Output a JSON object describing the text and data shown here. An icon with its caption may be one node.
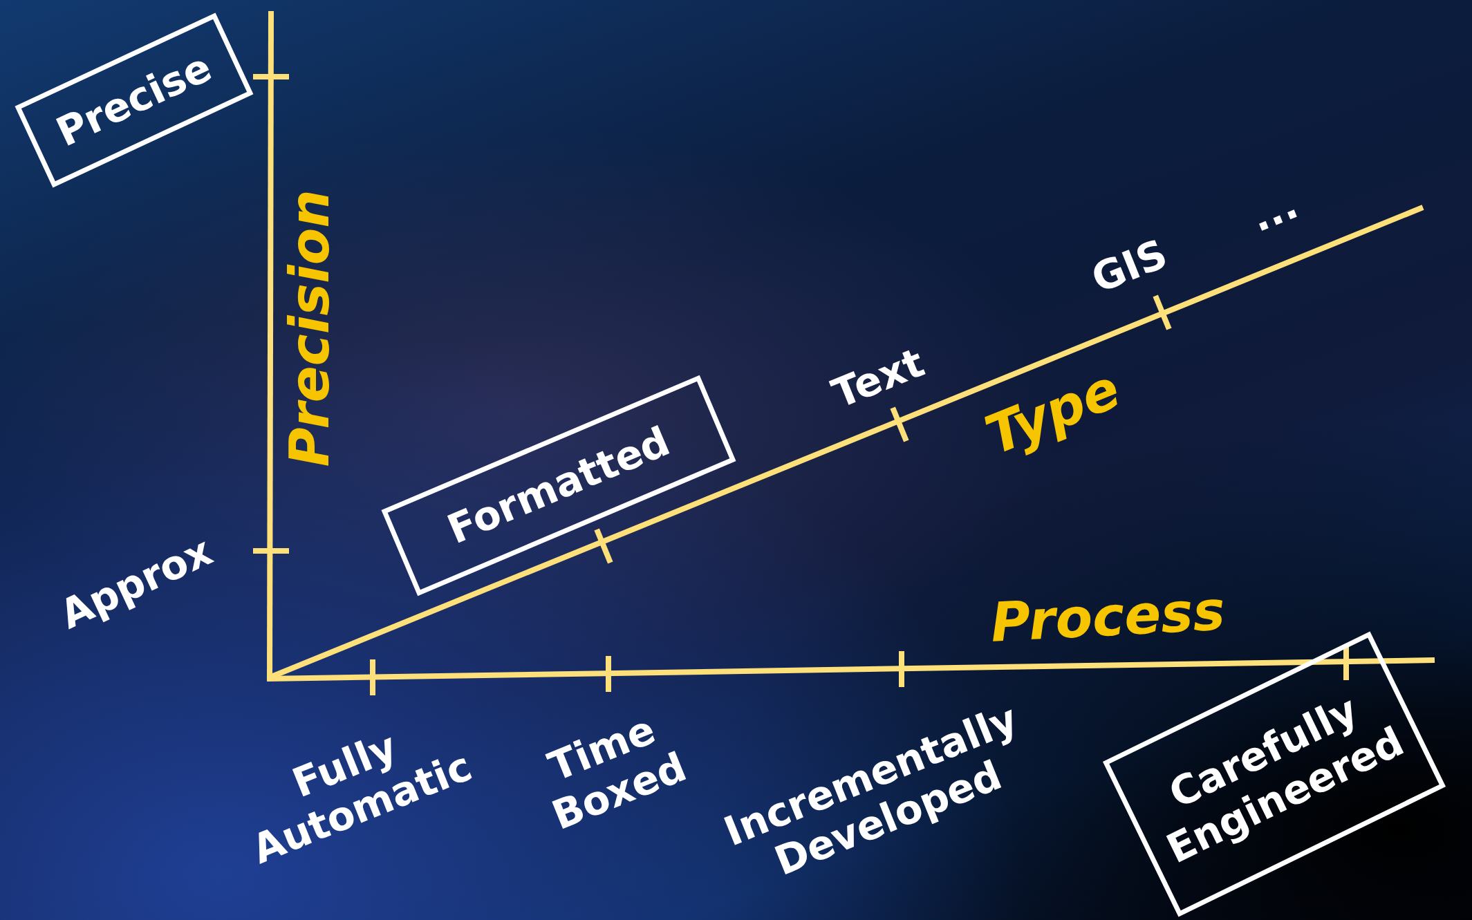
{
  "diagram": {
    "nodes": [
      {
        "text": [
          "Precise"
        ]
      },
      {
        "text": [
          "Formatted"
        ]
      },
      {
        "text": [
          "Carefully Engineered"
        ]
      }
    ],
    "labels": [
      "...",
      "GIS",
      "Precision",
      "Text",
      "Type",
      "Approx",
      "Process",
      "Fully Automatic",
      "Time Boxed",
      "Incrementally Developed"
    ]
  }
}
